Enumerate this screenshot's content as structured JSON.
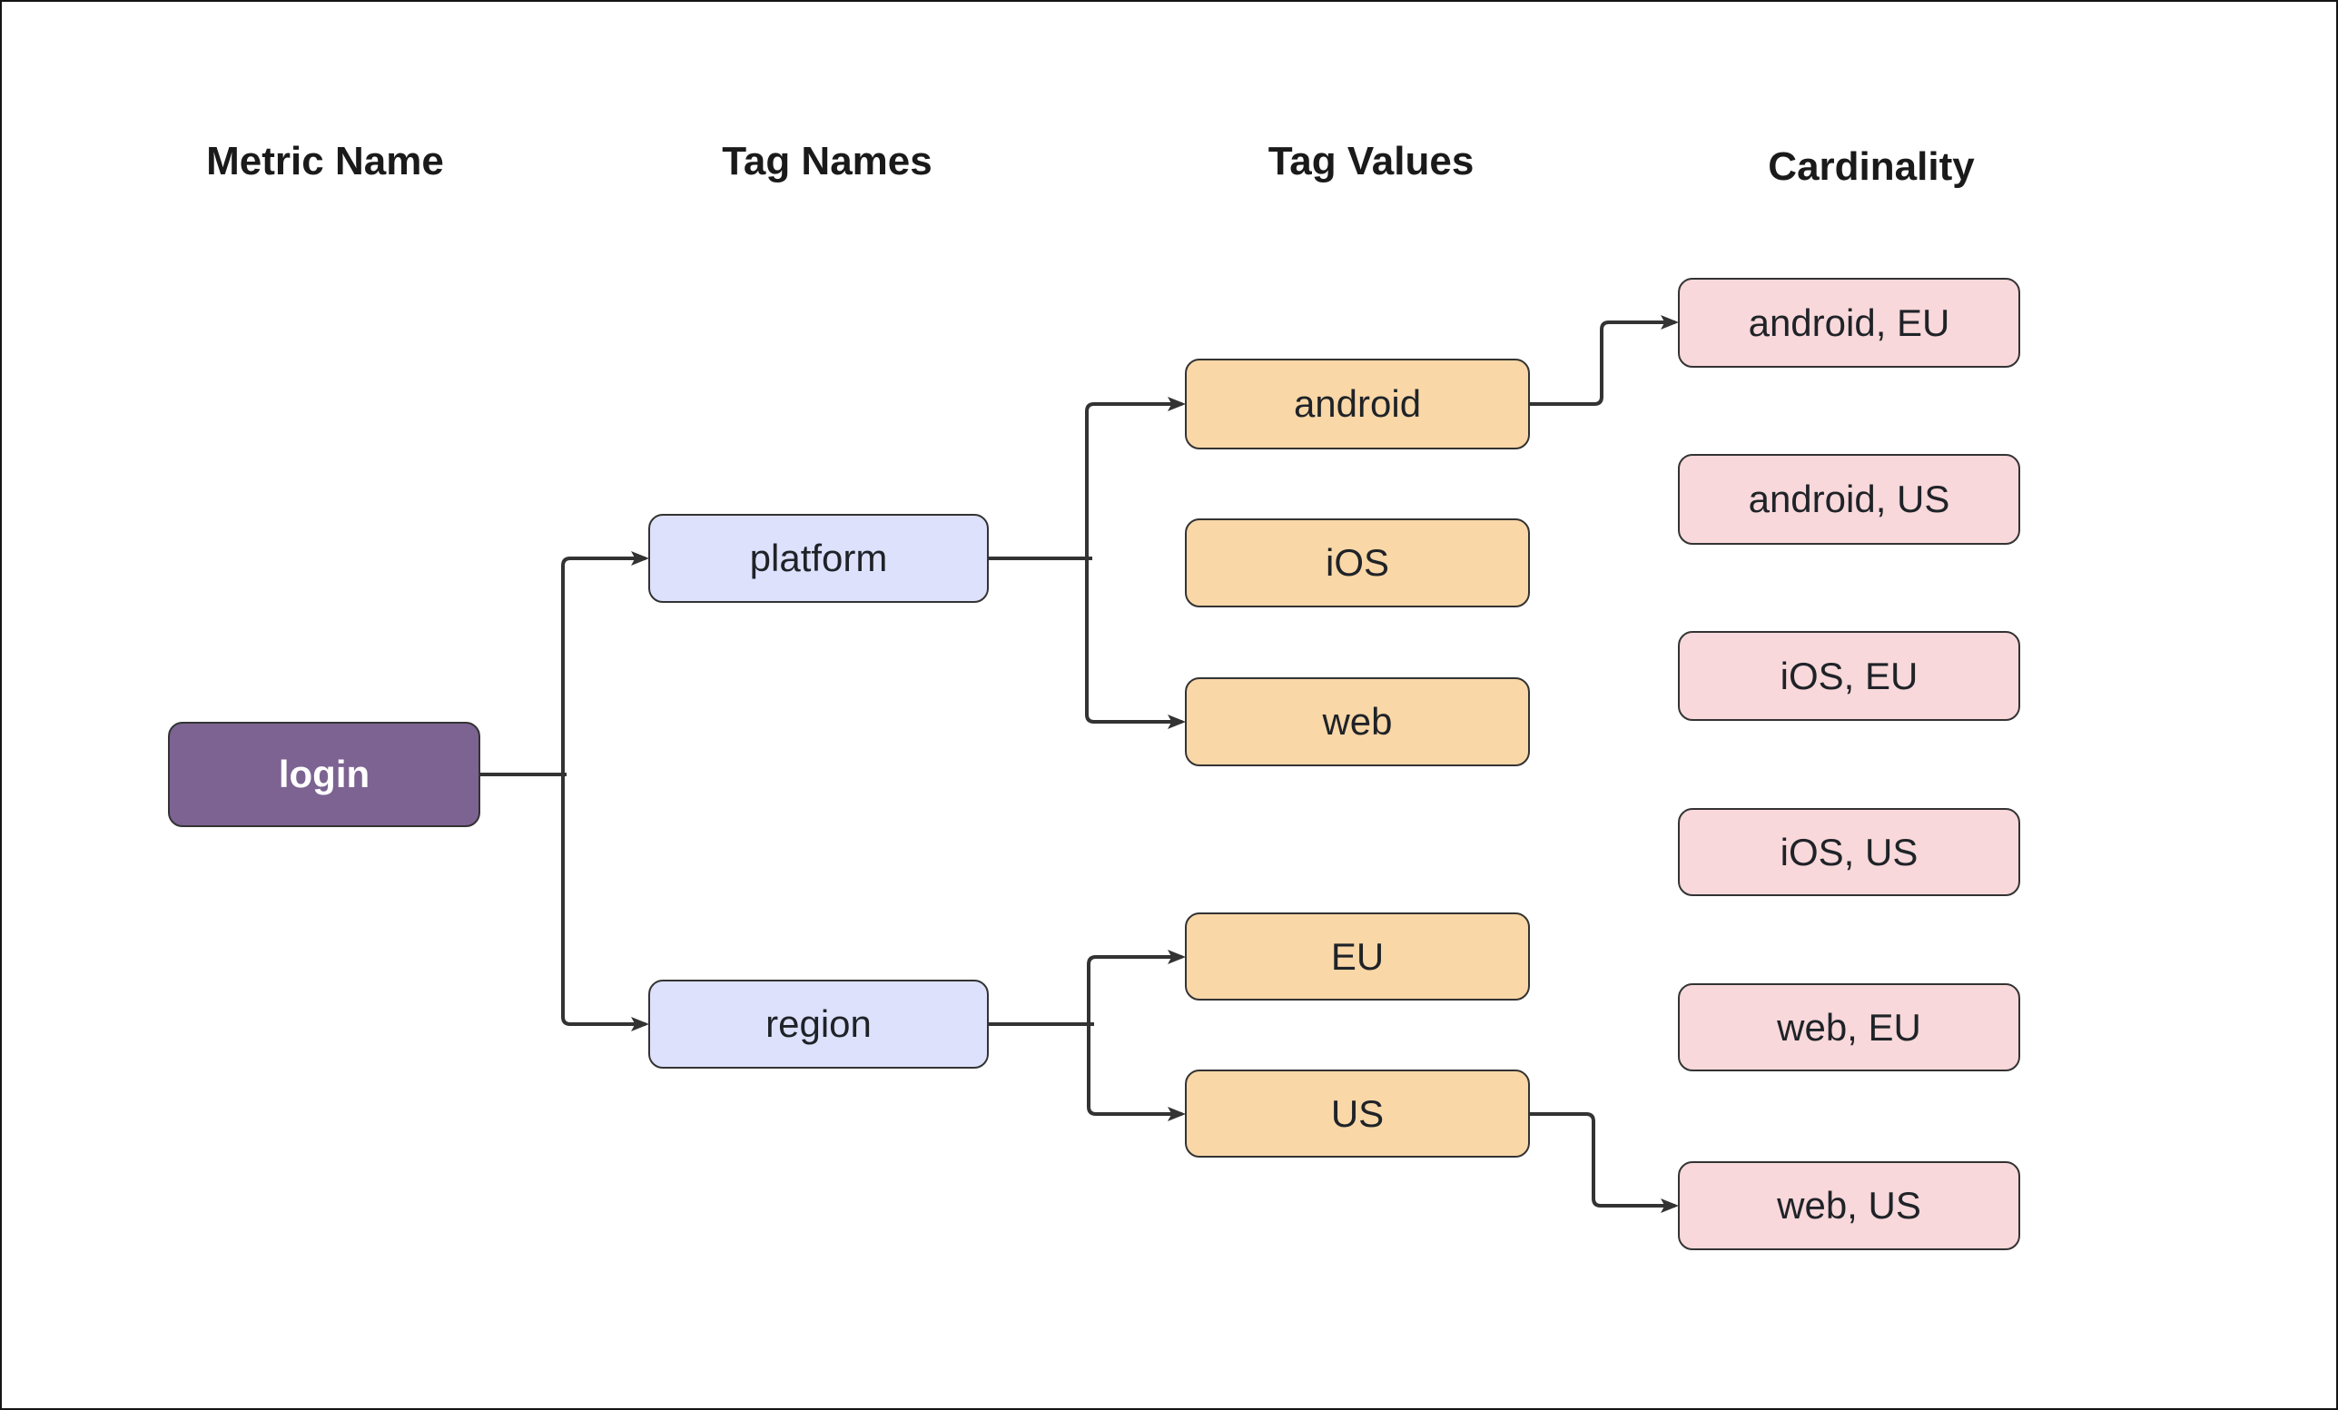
{
  "columns": [
    {
      "id": "metric-name",
      "label": "Metric Name"
    },
    {
      "id": "tag-names",
      "label": "Tag Names"
    },
    {
      "id": "tag-values",
      "label": "Tag Values"
    },
    {
      "id": "cardinality",
      "label": "Cardinality"
    }
  ],
  "nodes": {
    "login": {
      "label": "login",
      "column": "Metric Name"
    },
    "platform": {
      "label": "platform",
      "column": "Tag Names"
    },
    "region": {
      "label": "region",
      "column": "Tag Names"
    },
    "android": {
      "label": "android",
      "column": "Tag Values"
    },
    "ios": {
      "label": "iOS",
      "column": "Tag Values"
    },
    "web": {
      "label": "web",
      "column": "Tag Values"
    },
    "eu": {
      "label": "EU",
      "column": "Tag Values"
    },
    "us": {
      "label": "US",
      "column": "Tag Values"
    },
    "android_eu": {
      "label": "android, EU",
      "column": "Cardinality"
    },
    "android_us": {
      "label": "android, US",
      "column": "Cardinality"
    },
    "ios_eu": {
      "label": "iOS, EU",
      "column": "Cardinality"
    },
    "ios_us": {
      "label": "iOS, US",
      "column": "Cardinality"
    },
    "web_eu": {
      "label": "web, EU",
      "column": "Cardinality"
    },
    "web_us": {
      "label": "web, US",
      "column": "Cardinality"
    }
  },
  "edges": [
    {
      "from": "login",
      "to": "platform"
    },
    {
      "from": "login",
      "to": "region"
    },
    {
      "from": "platform",
      "to": "android"
    },
    {
      "from": "platform",
      "to": "web"
    },
    {
      "from": "region",
      "to": "eu"
    },
    {
      "from": "region",
      "to": "us"
    },
    {
      "from": "android",
      "to": "android_eu"
    },
    {
      "from": "us",
      "to": "web_us"
    }
  ],
  "colors": {
    "metric_node_fill": "#7c6392",
    "metric_node_text": "#ffffff",
    "tag_name_fill": "#dde1fb",
    "tag_value_fill": "#f9d7a7",
    "cardinality_fill": "#f8d8da",
    "node_border": "#333333",
    "edge_stroke": "#333333",
    "heading_text": "#1a1a1a",
    "node_text": "#1f2328",
    "background": "#ffffff"
  }
}
